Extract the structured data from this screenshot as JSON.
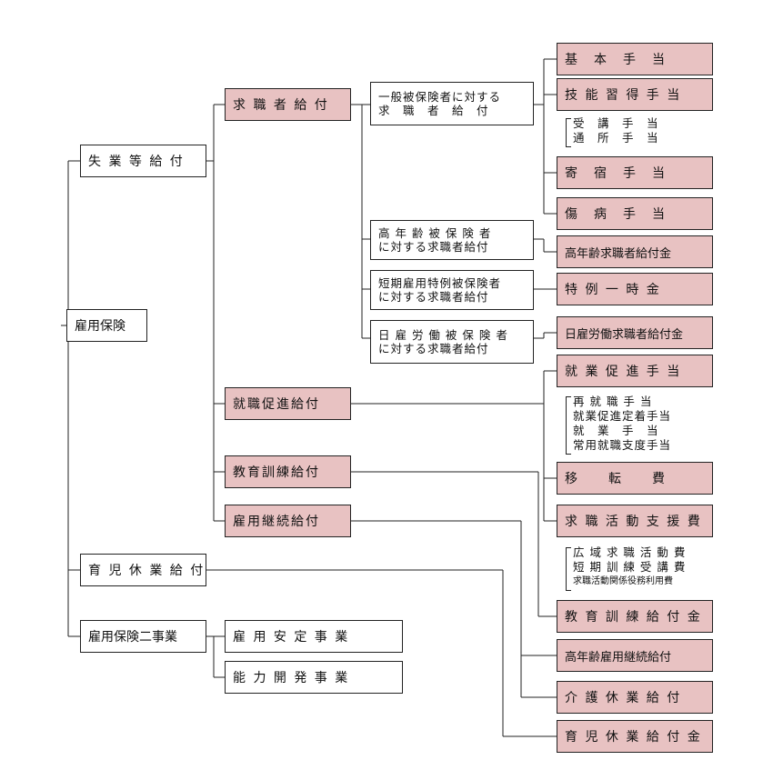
{
  "root": "雇用保険",
  "level1": {
    "unemployment": "失 業 等 給 付",
    "childcare": "育 児 休 業 給 付",
    "two_programs": "雇用保険二事業"
  },
  "level2": {
    "job_seeker": "求 職 者 給 付",
    "reemployment": "就職促進給付",
    "education": "教育訓練給付",
    "continuation": "雇用継続給付"
  },
  "programs": {
    "employment_stability": "雇 用 安 定 事 業",
    "ability_development": "能 力 開 発 事 業"
  },
  "insured_types": [
    [
      "一般被保険者に対する",
      "求　職　者　給　付"
    ],
    [
      "高 年 齢 被 保 険 者",
      "に対する求職者給付"
    ],
    [
      "短期雇用特例被保険者",
      "に対する求職者給付"
    ],
    [
      "日 雇 労 働 被 保 険 者",
      "に対する求職者給付"
    ]
  ],
  "benefits": {
    "basic": "基　本　手　当",
    "skill": "技 能 習 得 手 当",
    "lodging": "寄　宿　手　当",
    "sickness": "傷　病　手　当",
    "elderly_seeker": "高年齢求職者給付金",
    "special_lump": "特 例 一 時 金",
    "day_laborer": "日雇労働求職者給付金",
    "reemployment_allowance": "就 業 促 進 手 当",
    "relocation": "移　　転　　費",
    "job_search_support": "求 職 活 動 支 援 費",
    "education_benefit": "教 育 訓 練 給 付 金",
    "elderly_continuation": "高年齢雇用継続給付",
    "care_leave": "介 護 休 業 給 付",
    "childcare_leave": "育 児 休 業 給 付 金"
  },
  "skill_sub": [
    "受　講　手　当",
    "通　所　手　当"
  ],
  "reemployment_sub": [
    "再 就 職 手 当",
    "就業促進定着手当",
    "就　業　手　当",
    "常用就職支度手当"
  ],
  "job_search_sub": [
    "広 域 求 職 活 動 費",
    "短 期 訓 練 受 講 費",
    "求職活動関係役務利用費"
  ]
}
